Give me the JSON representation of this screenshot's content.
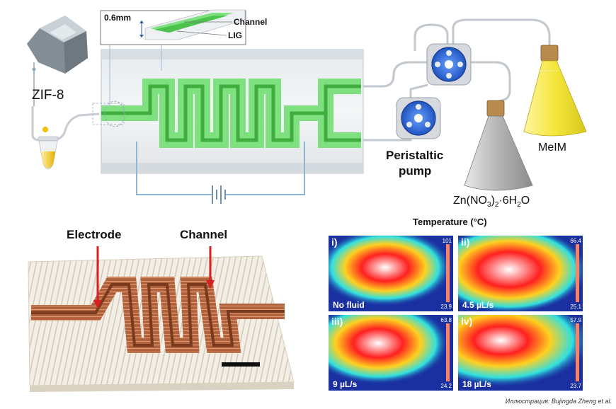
{
  "top_diagram": {
    "inset_dimension": "0.6mm",
    "inset_channel": "Channel",
    "inset_lig": "LIG",
    "zif_label": "ZIF-8",
    "pump_label_line1": "Peristaltic",
    "pump_label_line2": "pump",
    "melm_label": "MeIM",
    "zn_label_parts": [
      "Zn(NO",
      "3",
      ")",
      "2",
      "·6H",
      "2",
      "O"
    ]
  },
  "photo": {
    "electrode_label": "Electrode",
    "channel_label": "Channel"
  },
  "thermal": {
    "title": "Temperature (°C)",
    "panels": [
      {
        "roman": "i)",
        "condition": "No fluid",
        "max": "101",
        "min": "23.9"
      },
      {
        "roman": "ii)",
        "condition": "4.5 µL/s",
        "max": "66.4",
        "min": "25.1"
      },
      {
        "roman": "iii)",
        "condition": "9 µL/s",
        "max": "63.8",
        "min": "24.2"
      },
      {
        "roman": "iv)",
        "condition": "18 µL/s",
        "max": "57.9",
        "min": "23.7"
      }
    ]
  },
  "caption": "Иллюстрация: Bujingda Zheng et al.",
  "colors": {
    "lig_green": "#7ee07e",
    "channel_green": "#4cc44c",
    "pump_blue": "#3a73d6",
    "melm_yellow": "#f2e23a",
    "zn_grey": "#a8a8a8",
    "arrow_red": "#d42020"
  }
}
